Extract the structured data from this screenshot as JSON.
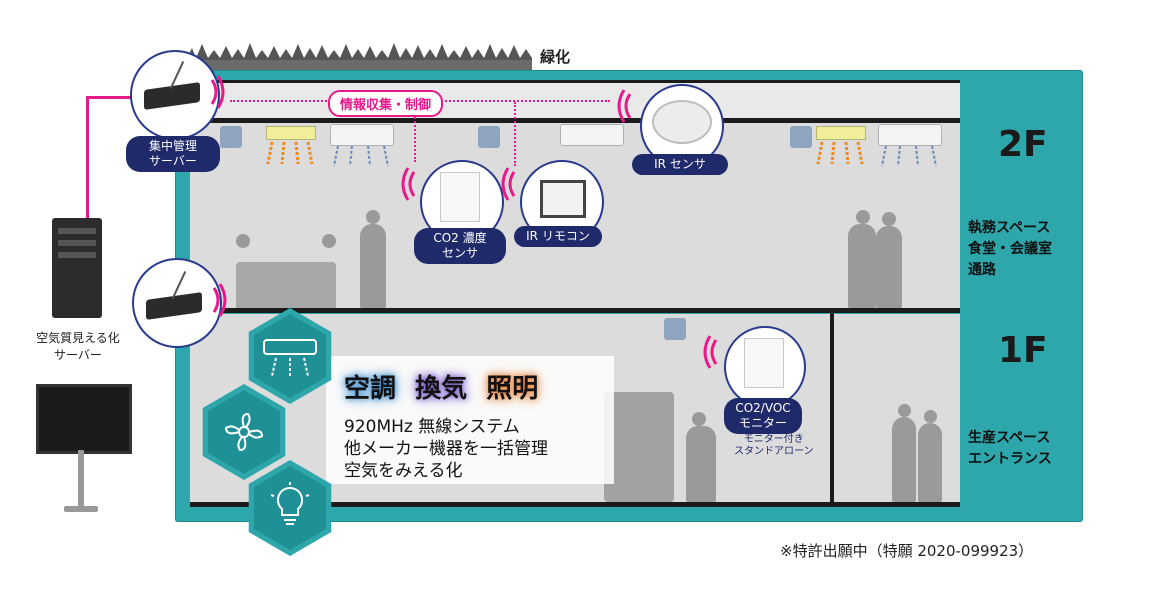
{
  "roof_label": "緑化",
  "floors": {
    "f2": {
      "name": "2F",
      "areas": [
        "執務スペース",
        "食堂・会議室",
        "通路"
      ]
    },
    "f1": {
      "name": "1F",
      "areas": [
        "生産スペース",
        "エントランス"
      ]
    }
  },
  "devices": {
    "central_server": [
      "集中管理",
      "サーバー"
    ],
    "info_link": "情報収集・制御",
    "ir_sensor": "IR センサ",
    "co2_sensor": [
      "CO2 濃度",
      "センサ"
    ],
    "ir_remote": "IR リモコン",
    "co2_voc_monitor": [
      "CO2/VOC",
      "モニター"
    ],
    "monitor_note": [
      "モニター付き",
      "スタンドアローン"
    ],
    "air_quality_server": [
      "空気質見える化",
      "サーバー"
    ]
  },
  "features": {
    "words": [
      "空調",
      "換気",
      "照明"
    ],
    "word_colors": [
      "#3c8fd0",
      "#7a5ac8",
      "#e8803a"
    ],
    "lines": [
      "920MHz 無線システム",
      "他メーカー機器を一括管理",
      "空気をみえる化"
    ]
  },
  "patent_note": "※特許出願中（特願 2020-099923）",
  "colors": {
    "teal": "#2ea7ac",
    "navy": "#1f2a6b",
    "pink": "#e8198b"
  }
}
